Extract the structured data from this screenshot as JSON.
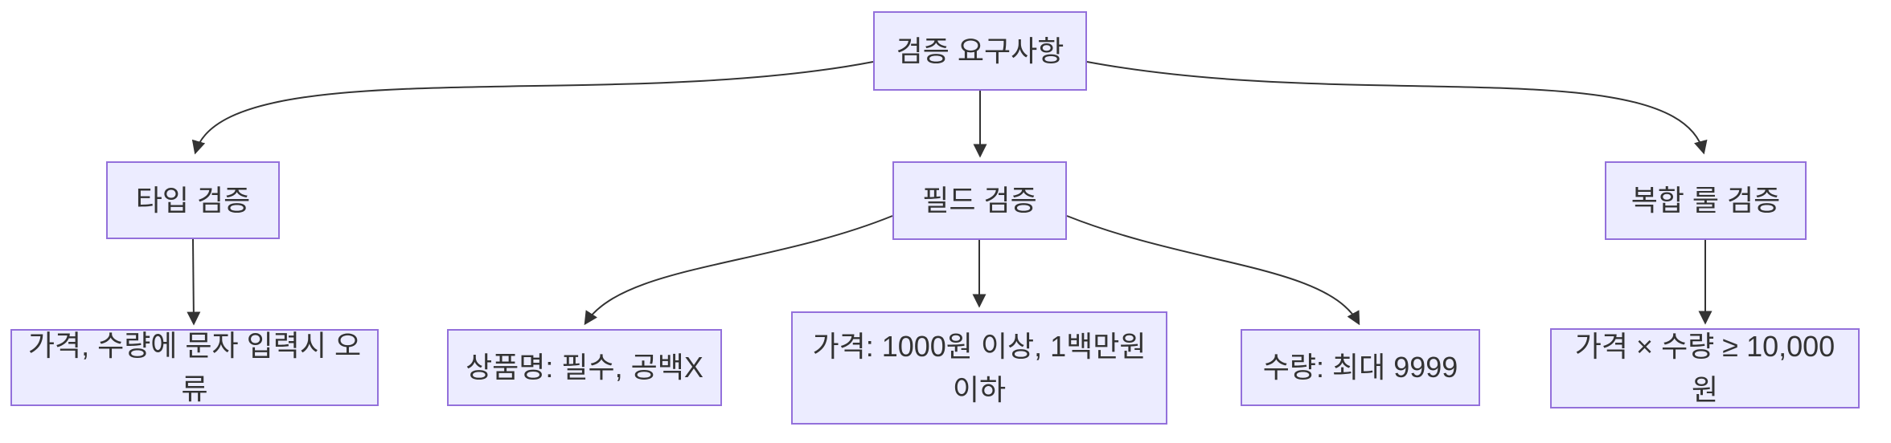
{
  "diagram": {
    "type": "flowchart",
    "direction": "top-down",
    "nodes": {
      "root": {
        "label": "검증 요구사항"
      },
      "type": {
        "label": "타입 검증"
      },
      "field": {
        "label": "필드 검증"
      },
      "complex": {
        "label": "복합 룰 검증"
      },
      "typerule": {
        "label": "가격, 수량에 문자 입력시 오류"
      },
      "namerule": {
        "label": "상품명: 필수, 공백X"
      },
      "pricerule": {
        "label": "가격: 1000원 이상, 1백만원 이하"
      },
      "qtyrule": {
        "label": "수량: 최대 9999"
      },
      "comprule": {
        "label": "가격 × 수량 ≥ 10,000원"
      }
    },
    "edges": [
      {
        "from": "검증 요구사항",
        "to": "타입 검증"
      },
      {
        "from": "검증 요구사항",
        "to": "필드 검증"
      },
      {
        "from": "검증 요구사항",
        "to": "복합 룰 검증"
      },
      {
        "from": "타입 검증",
        "to": "가격, 수량에 문자 입력시 오류"
      },
      {
        "from": "필드 검증",
        "to": "상품명: 필수, 공백X"
      },
      {
        "from": "필드 검증",
        "to": "가격: 1000원 이상, 1백만원 이하"
      },
      {
        "from": "필드 검증",
        "to": "수량: 최대 9999"
      },
      {
        "from": "복합 룰 검증",
        "to": "가격 × 수량 ≥ 10,000원"
      }
    ],
    "colors": {
      "node_fill": "#ECECFF",
      "node_border": "#9370DB",
      "edge_color": "#333333",
      "text_color": "#333333",
      "background": "#ffffff"
    }
  }
}
